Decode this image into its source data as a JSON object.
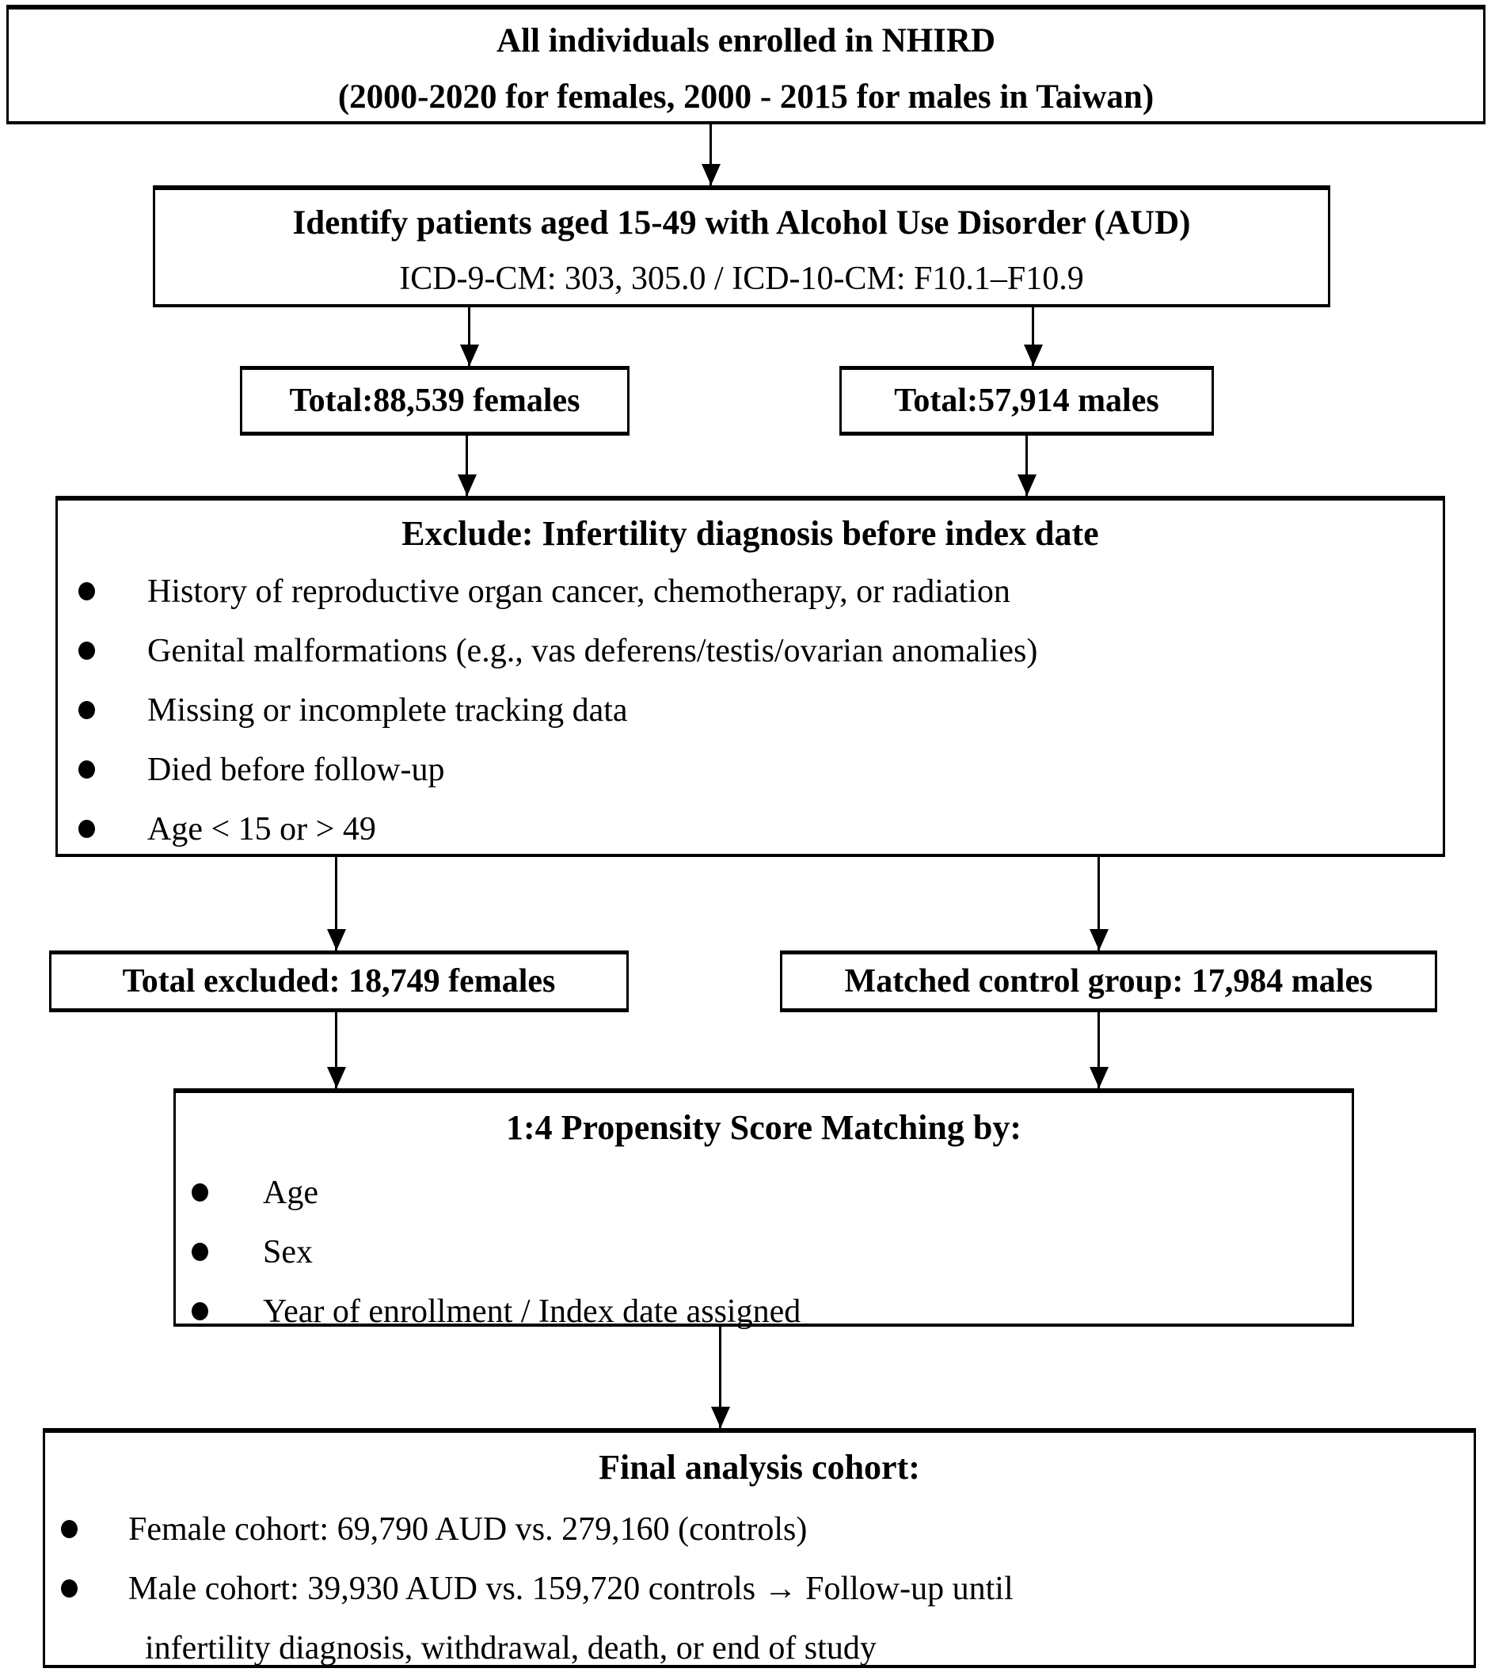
{
  "colors": {
    "border": "#000000",
    "text": "#000000",
    "background": "#ffffff"
  },
  "fc": {
    "enrolled": {
      "line1": "All individuals enrolled in NHIRD",
      "line2": "(2000-2020 for females, 2000 - 2015 for males in Taiwan)"
    },
    "identify": {
      "line1": "Identify patients aged 15-49 with Alcohol Use Disorder (AUD)",
      "line2": "ICD-9-CM: 303, 305.0 / ICD-10-CM: F10.1–F10.9"
    },
    "total_females": {
      "label": "Total:88,539 females"
    },
    "total_males": {
      "label": "Total:57,914 males"
    },
    "exclude": {
      "title": "Exclude: Infertility diagnosis before index date",
      "bullets": [
        "History of reproductive organ cancer, chemotherapy, or radiation",
        "Genital malformations (e.g., vas deferens/testis/ovarian anomalies)",
        "Missing or incomplete tracking data",
        "Died before follow-up",
        "Age < 15 or > 49"
      ]
    },
    "excluded_females": {
      "label": "Total excluded: 18,749 females"
    },
    "matched_males": {
      "label": "Matched control group: 17,984 males"
    },
    "psm": {
      "title": "1:4 Propensity Score Matching by:",
      "bullets": [
        "Age",
        "Sex",
        "Year of enrollment / Index date assigned"
      ]
    },
    "final": {
      "title": "Final analysis cohort:",
      "bullets": [
        "Female cohort: 69,790 AUD vs. 279,160 (controls)",
        "Male cohort: 39,930 AUD vs. 159,720 controls  →  Follow-up until"
      ],
      "continuation": "infertility diagnosis, withdrawal, death, or end of study"
    }
  }
}
